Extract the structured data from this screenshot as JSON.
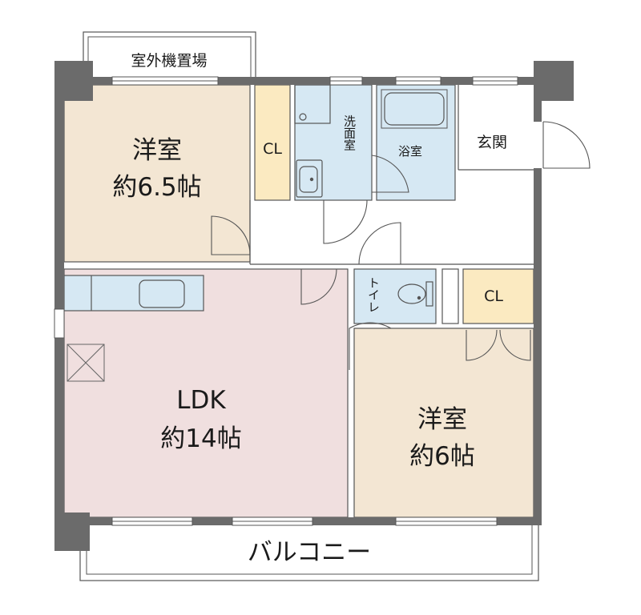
{
  "plan": {
    "colors": {
      "wall": "#6b6b6b",
      "room_western": "#f3e6d3",
      "room_ldk": "#f0dfdf",
      "room_wet": "#d6e8f3",
      "closet": "#fbeac1",
      "line": "#555555"
    },
    "rooms": {
      "outdoor_unit": "室外機置場",
      "western1_name": "洋室",
      "western1_size": "約6.5帖",
      "closet1": "CL",
      "washroom": "洗面室",
      "bath": "浴室",
      "entrance": "玄関",
      "toilet": "トイレ",
      "closet2": "CL",
      "ldk_name": "LDK",
      "ldk_size": "約14帖",
      "western2_name": "洋室",
      "western2_size": "約6帖",
      "balcony": "バルコニー"
    }
  }
}
